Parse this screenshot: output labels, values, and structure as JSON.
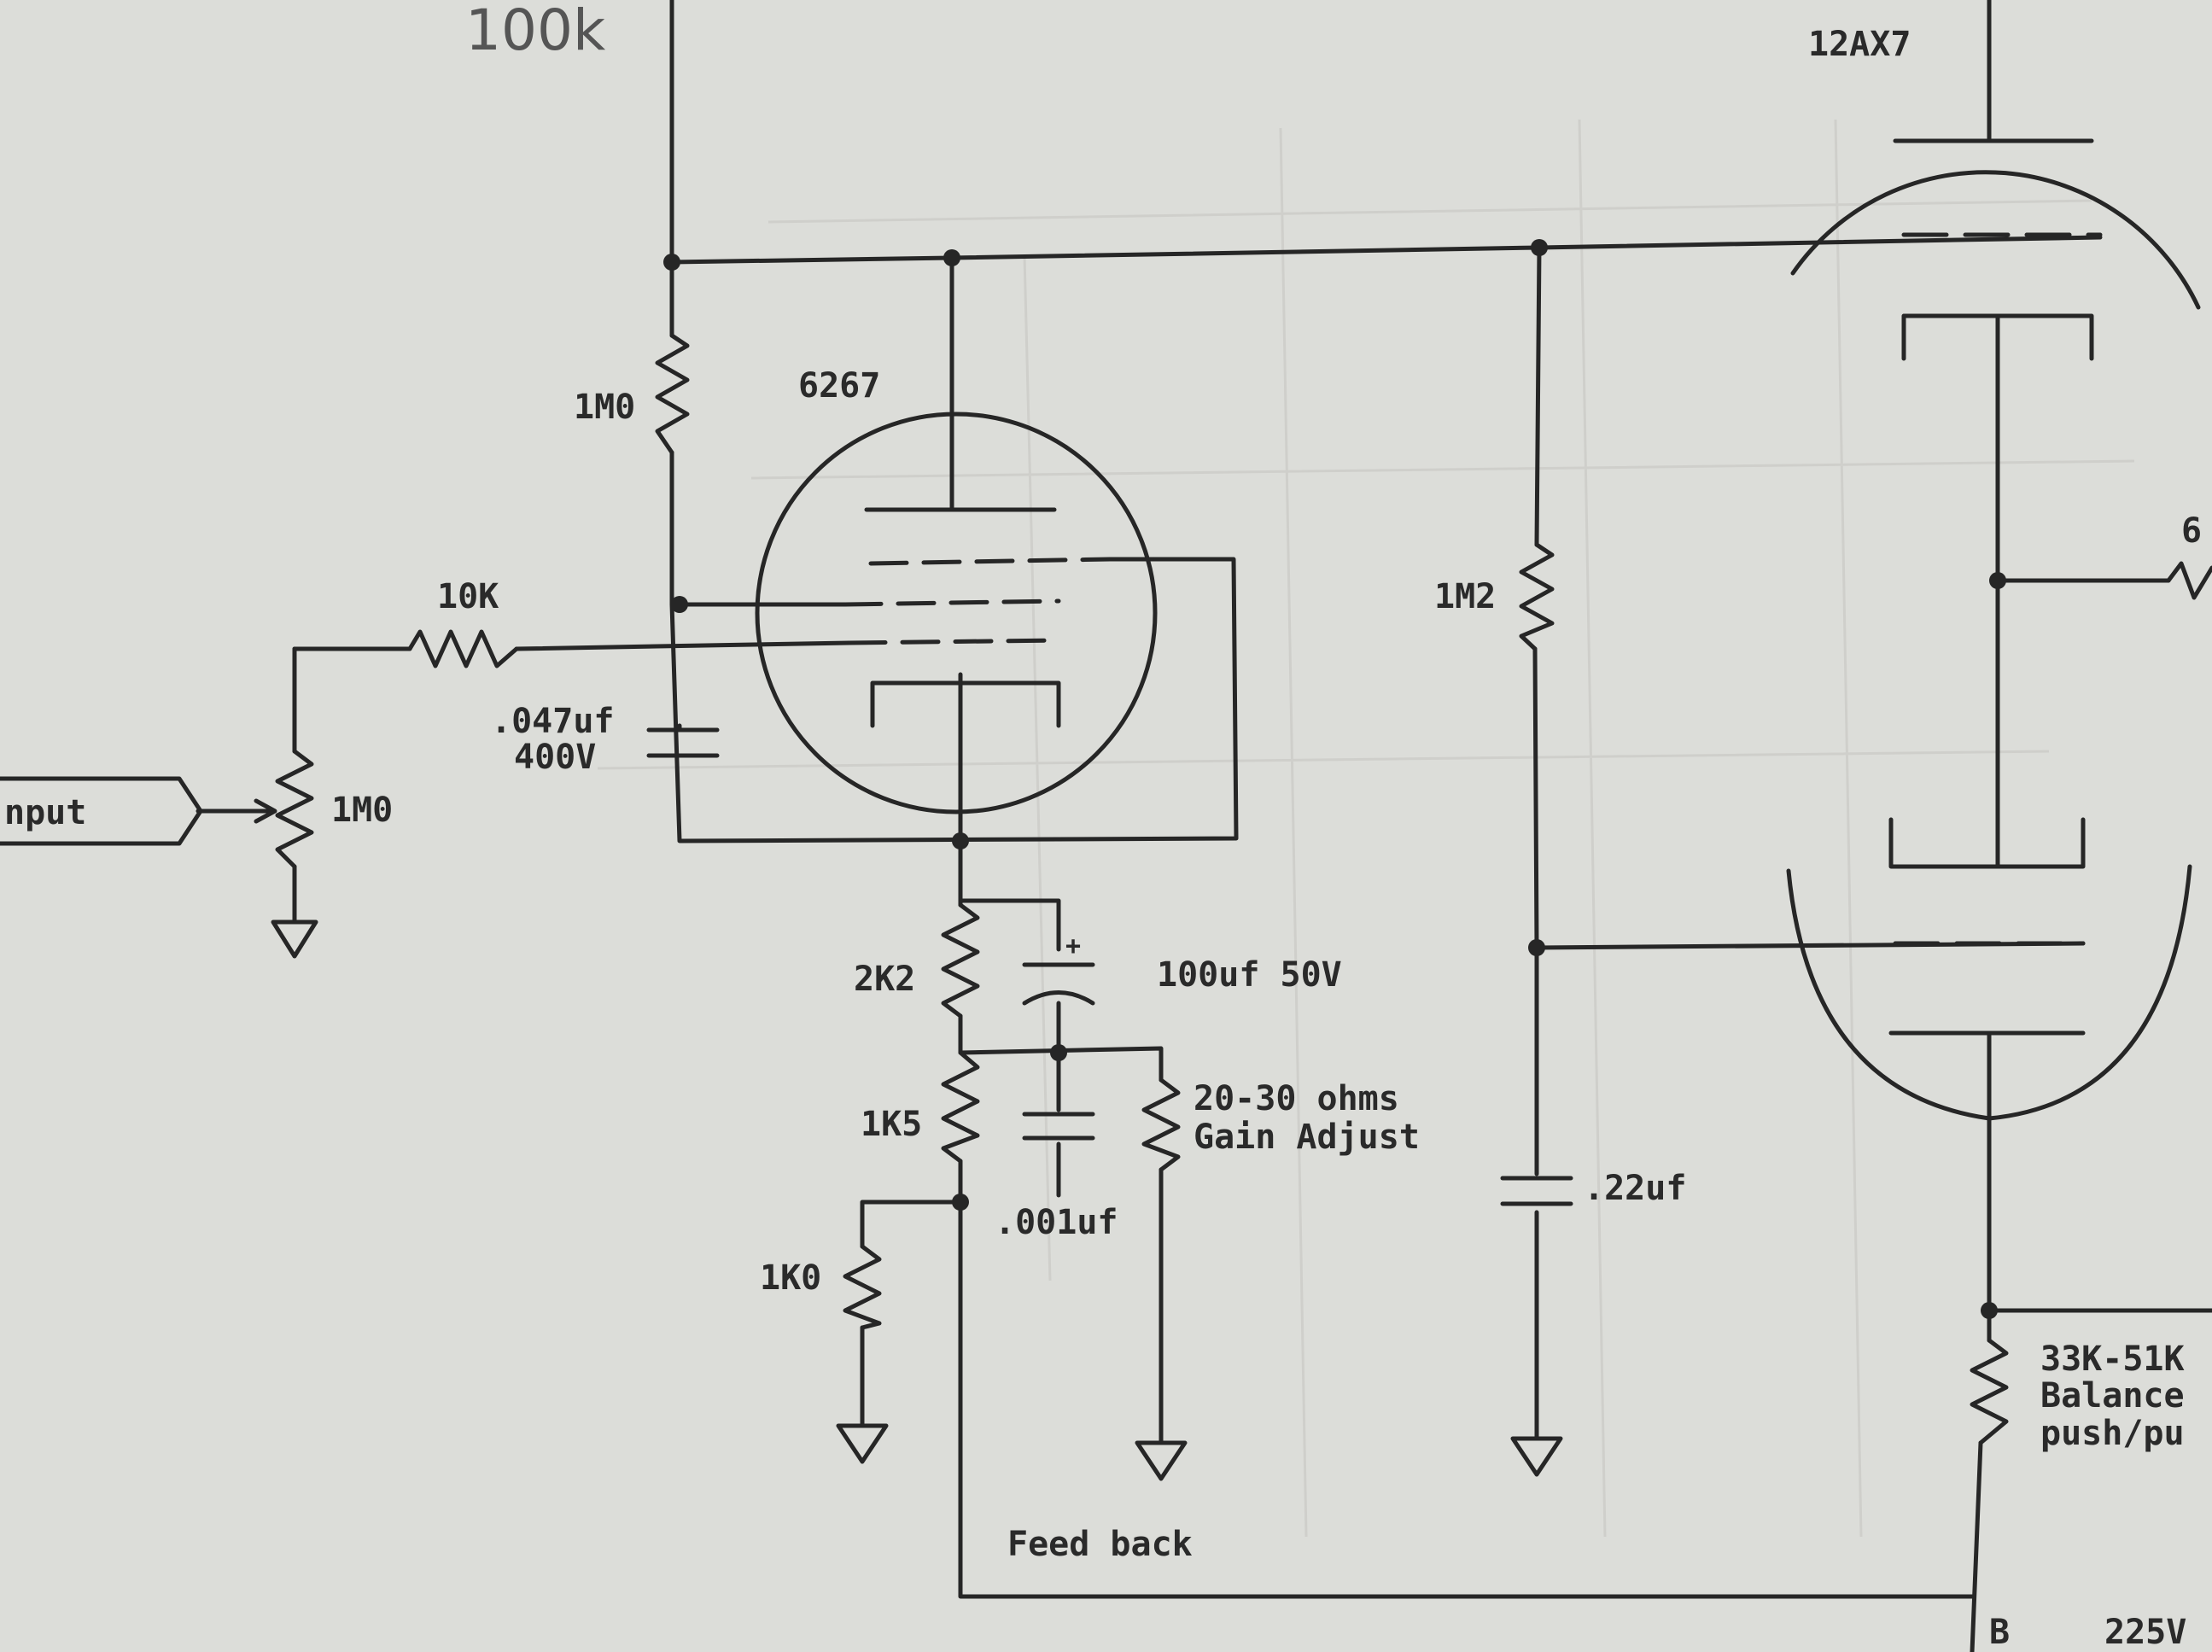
{
  "handwritten_note": "100k",
  "labels": {
    "tube_left": "6267",
    "tube_right": "12AX7",
    "r_plate": "1M0",
    "r_grid": "10K",
    "cap_screen_value": ".047uf",
    "cap_screen_voltage": "400V",
    "input": "nput",
    "pot": "1M0",
    "r_cathode_1": "2K2",
    "cap_cathode": "100uf 50V",
    "r_cathode_2": "1K5",
    "r_gain_line1": "20-30 ohms",
    "r_gain_line2": "Gain Adjust",
    "cap_small": ".001uf",
    "r_cathode_3": "1K0",
    "feedback": "Feed back",
    "r_bias": "1M2",
    "cap_bias": ".22uf",
    "r_balance_line1": "33K-51K",
    "r_balance_line2": "Balance",
    "r_balance_line3": "push/pu",
    "node_b": "B",
    "voltage": "225V",
    "partial_right": "6"
  }
}
